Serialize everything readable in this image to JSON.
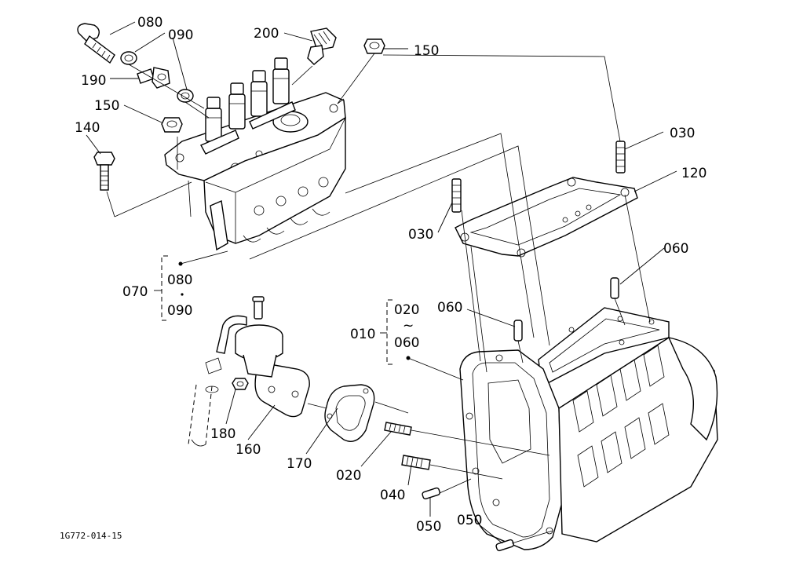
{
  "diagram_code": "1G772-014-15",
  "labels": {
    "l080_top": "080",
    "l090_top": "090",
    "l190": "190",
    "l150_left": "150",
    "l140": "140",
    "l200": "200",
    "l150_right": "150",
    "l030_right": "030",
    "l120": "120",
    "l030_left": "030",
    "l060_right": "060",
    "l070": "070",
    "l080_group": "080",
    "l090_group": "090",
    "l060_mid": "060",
    "l010": "010",
    "l020_group": "020",
    "l060_group": "060",
    "tilde": "~",
    "l180": "180",
    "l160": "160",
    "l170": "170",
    "l020": "020",
    "l040": "040",
    "l050_left": "050",
    "l050_right": "050"
  }
}
